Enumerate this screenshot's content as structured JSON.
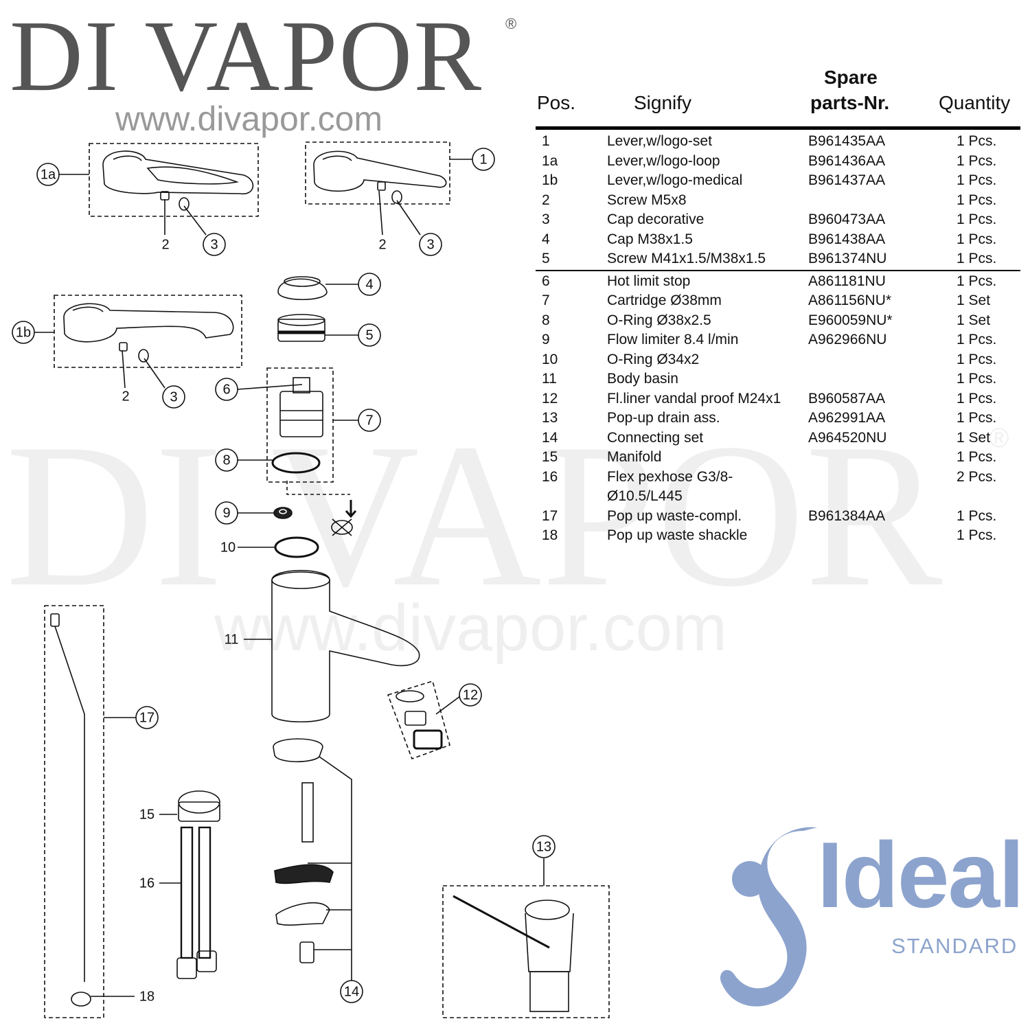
{
  "brand": {
    "name": "DI VAPOR",
    "registered": "®",
    "url": "www.divapor.com"
  },
  "watermark": {
    "name": "DI VAPOR",
    "registered": "®",
    "url": "www.divapor.com"
  },
  "table": {
    "headers": {
      "pos": "Pos.",
      "signify": "Signify",
      "spare_line1": "Spare",
      "spare_line2": "parts-Nr.",
      "quantity": "Quantity"
    },
    "rows": [
      {
        "pos": "1",
        "signify": "Lever,w/logo-set",
        "part": "B961435AA",
        "qty": "1 Pcs."
      },
      {
        "pos": "1a",
        "signify": "Lever,w/logo-loop",
        "part": "B961436AA",
        "qty": "1 Pcs."
      },
      {
        "pos": "1b",
        "signify": "Lever,w/logo-medical",
        "part": "B961437AA",
        "qty": "1 Pcs."
      },
      {
        "pos": "2",
        "signify": "Screw M5x8",
        "part": "",
        "qty": "1 Pcs."
      },
      {
        "pos": "3",
        "signify": "Cap decorative",
        "part": "B960473AA",
        "qty": "1 Pcs."
      },
      {
        "pos": "4",
        "signify": "Cap M38x1.5",
        "part": "B961438AA",
        "qty": "1 Pcs."
      },
      {
        "pos": "5",
        "signify": "Screw M41x1.5/M38x1.5",
        "part": "B961374NU",
        "qty": "1 Pcs."
      },
      {
        "pos": "6",
        "signify": "Hot limit stop",
        "part": "A861181NU",
        "qty": "1 Pcs."
      },
      {
        "pos": "7",
        "signify": "Cartridge Ø38mm",
        "part": "A861156NU*",
        "qty": "1 Set"
      },
      {
        "pos": "8",
        "signify": "O-Ring Ø38x2.5",
        "part": "E960059NU*",
        "qty": "1 Set"
      },
      {
        "pos": "9",
        "signify": "Flow limiter 8.4 l/min",
        "part": "A962966NU",
        "qty": "1 Pcs."
      },
      {
        "pos": "10",
        "signify": "O-Ring Ø34x2",
        "part": "",
        "qty": "1 Pcs."
      },
      {
        "pos": "11",
        "signify": "Body basin",
        "part": "",
        "qty": "1 Pcs."
      },
      {
        "pos": "12",
        "signify": "Fl.liner vandal proof M24x1",
        "part": "B960587AA",
        "qty": "1 Pcs."
      },
      {
        "pos": "13",
        "signify": "Pop-up drain ass.",
        "part": "A962991AA",
        "qty": "1 Pcs."
      },
      {
        "pos": "14",
        "signify": "Connecting set",
        "part": "A964520NU",
        "qty": "1 Set"
      },
      {
        "pos": "15",
        "signify": "Manifold",
        "part": "",
        "qty": "1 Pcs."
      },
      {
        "pos": "16",
        "signify": "Flex pexhose G3/8-",
        "part": "",
        "qty": "2 Pcs."
      },
      {
        "pos": "",
        "signify": "Ø10.5/L445",
        "part": "",
        "qty": ""
      },
      {
        "pos": "17",
        "signify": "Pop up waste-compl.",
        "part": "B961384AA",
        "qty": "1 Pcs."
      },
      {
        "pos": "18",
        "signify": "Pop up waste shackle",
        "part": "",
        "qty": "1 Pcs."
      }
    ]
  },
  "callouts": {
    "c1": "1",
    "c1a": "1a",
    "c1b": "1b",
    "c2a": "2",
    "c2b": "2",
    "c2c": "2",
    "c3a": "3",
    "c3b": "3",
    "c3c": "3",
    "c4": "4",
    "c5": "5",
    "c6": "6",
    "c7": "7",
    "c8": "8",
    "c9": "9",
    "c10": "10",
    "c11": "11",
    "c12": "12",
    "c13": "13",
    "c14": "14",
    "c15": "15",
    "c16": "16",
    "c17": "17",
    "c18": "18"
  },
  "logo": {
    "word": "Ideal",
    "sub": "STANDARD",
    "color": "#8ca3cd"
  }
}
